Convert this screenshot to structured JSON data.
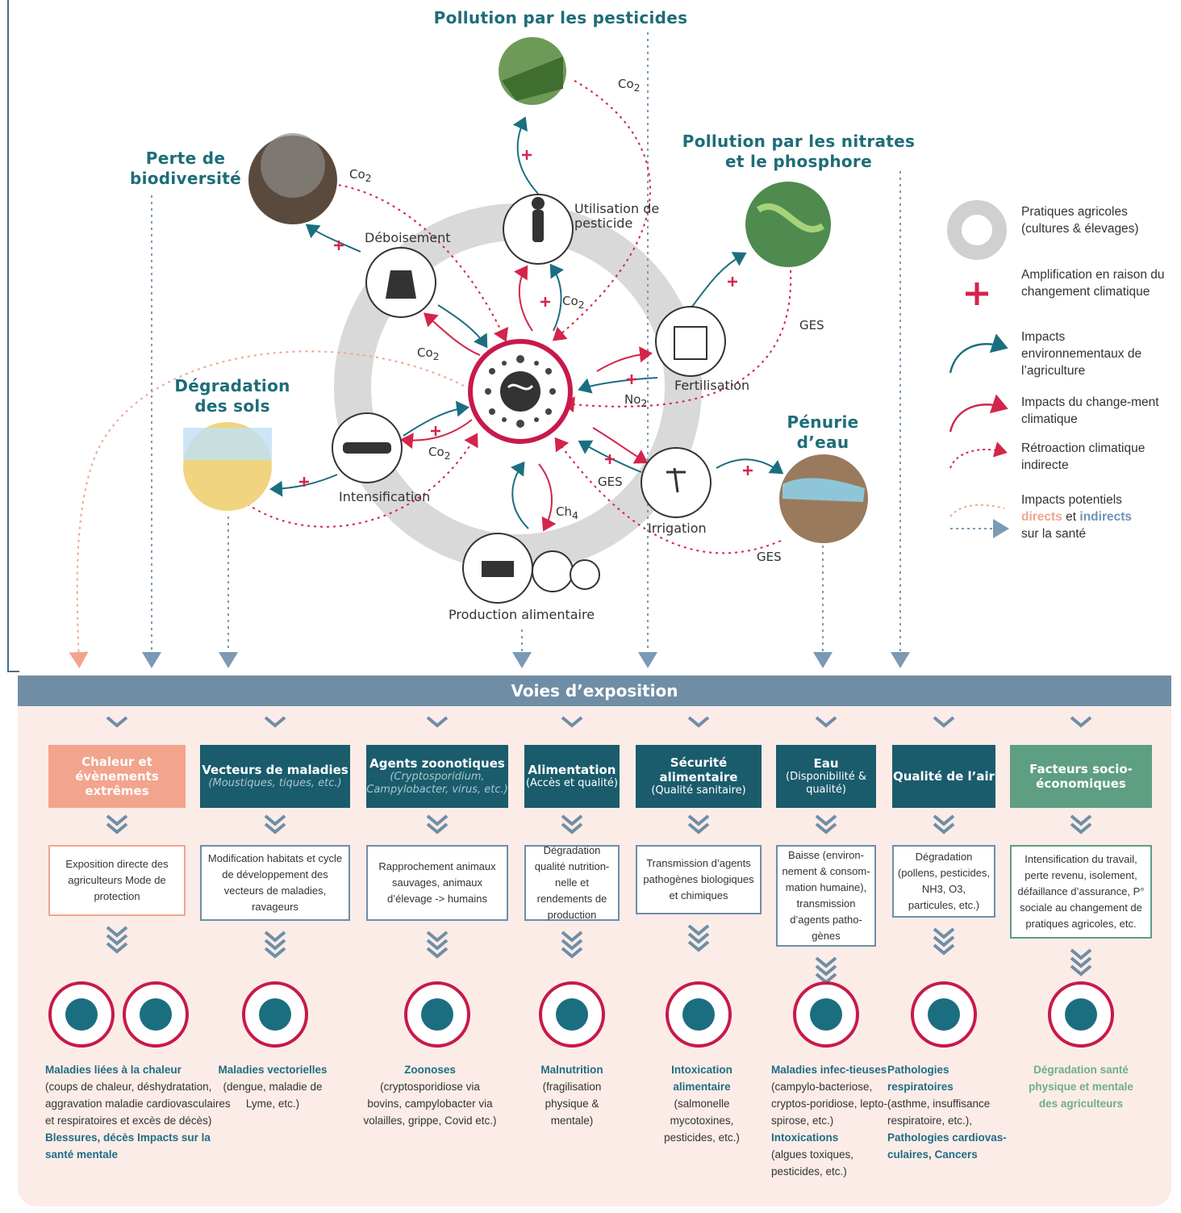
{
  "titles": {
    "pesticides": "Pollution par les pesticides",
    "biodiversite": "Perte de biodiversité",
    "nitrates": "Pollution par les nitrates et le phosphore",
    "sols": "Dégradation des sols",
    "eau": "Pénurie d’eau"
  },
  "practices": {
    "pesticide_use": "Utilisation de pesticide",
    "deforestation": "Déboisement",
    "fertilisation": "Fertilisation",
    "intensification": "Intensification",
    "irrigation": "Irrigation",
    "food_production": "Production alimentaire"
  },
  "gases": {
    "co2": "Co",
    "co2_sub": "2",
    "no2": "No",
    "no2_sub": "2",
    "ch4": "Ch",
    "ch4_sub": "4",
    "ges": "GES"
  },
  "legend": {
    "practices": "Pratiques agricoles (cultures & élevages)",
    "amplification": "Amplification en raison du changement climatique",
    "env_impacts": "Impacts environnementaux de l’agriculture",
    "climate_impacts": "Impacts du change-ment climatique",
    "feedback": "Rétroaction climatique indirecte",
    "health_pre": "Impacts potentiels",
    "health_direct": "directs",
    "health_and": "et",
    "health_indirect": "indirects",
    "health_post": "sur la santé",
    "colors": {
      "teal": "#1b6e80",
      "red": "#d4244b",
      "orange": "#f2a48c",
      "blue": "#7a9ab5"
    }
  },
  "voies": "Voies d’exposition",
  "columns": [
    {
      "title": "Chaleur et évènements extrêmes",
      "sub": "",
      "color": "#f2a48c",
      "mechanism": "Exposition directe des agriculteurs Mode de protection",
      "outcome_head": "Maladies liées à la chaleur",
      "outcome_body": "(coups de chaleur, déshydratation, aggravation maladie cardiovasculaires et respiratoires et excès de décès)",
      "outcome_head2": "Blessures, décès Impacts sur la santé mentale"
    },
    {
      "title": "Vecteurs de maladies",
      "sub": "(Moustiques, tiques, etc.)",
      "color": "#1a5c6c",
      "mechanism": "Modification habitats et cycle de développement des vecteurs de maladies, ravageurs",
      "outcome_head": "Maladies vectorielles",
      "outcome_body": "(dengue, maladie de Lyme, etc.)"
    },
    {
      "title": "Agents zoonotiques",
      "sub": "(Cryptosporidium, Campylobacter, virus, etc.)",
      "color": "#1a5c6c",
      "mechanism": "Rapprochement animaux sauvages, animaux d’élevage -> humains",
      "outcome_head": "Zoonoses",
      "outcome_body": "(cryptosporidiose via bovins, campylobacter via volailles, grippe, Covid etc.)"
    },
    {
      "title": "Alimentation",
      "sub": "(Accès et qualité)",
      "color": "#1a5c6c",
      "mechanism": "Dégradation qualité nutrition-nelle et rendements de production",
      "outcome_head": "Malnutrition",
      "outcome_body": "(fragilisation physique & mentale)"
    },
    {
      "title": "Sécurité alimentaire",
      "sub": "(Qualité sanitaire)",
      "color": "#1a5c6c",
      "mechanism": "Transmission d’agents pathogènes biologiques et chimiques",
      "outcome_head": "Intoxication alimentaire",
      "outcome_body": "(salmonelle mycotoxines, pesticides, etc.)"
    },
    {
      "title": "Eau",
      "sub": "(Disponibilité & qualité)",
      "color": "#1a5c6c",
      "mechanism": "Baisse (environ-nement & consom-mation humaine), transmission d’agents patho-gènes",
      "outcome_head": "Maladies infec-tieuses",
      "outcome_body": "(campylo-bacteriose, cryptos-poridiose, lepto-spirose, etc.)",
      "outcome_head2": "Intoxications",
      "outcome_body2": "(algues toxiques, pesticides, etc.)"
    },
    {
      "title": "Qualité de l’air",
      "sub": "",
      "color": "#1a5c6c",
      "mechanism": "Dégradation (pollens, pesticides, NH3, O3, particules, etc.)",
      "outcome_head": "Pathologies respiratoires",
      "outcome_body": "(asthme, insuffisance respiratoire, etc.),",
      "outcome_head2": "Pathologies cardiovas-culaires, Cancers"
    },
    {
      "title": "Facteurs socio-économiques",
      "sub": "",
      "color": "#5e9e83",
      "mechanism": "Intensification du travail, perte revenu, isolement, défaillance d’assurance, P° sociale au changement de pratiques agricoles, etc.",
      "outcome_head": "Dégradation santé physique et mentale des agriculteurs",
      "outcome_body": ""
    }
  ]
}
